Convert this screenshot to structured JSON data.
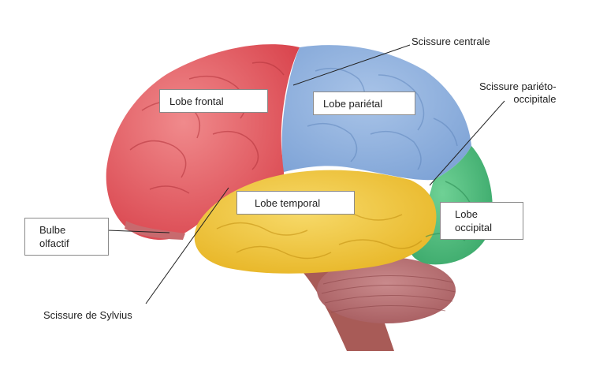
{
  "labels": {
    "scissure_centrale": "Scissure centrale",
    "scissure_parieto_1": "Scissure pariéto-",
    "scissure_parieto_2": "occipitale",
    "lobe_frontal": "Lobe frontal",
    "lobe_parietal": "Lobe pariétal",
    "lobe_temporal": "Lobe temporal",
    "lobe_occipital_1": "Lobe",
    "lobe_occipital_2": "occipital",
    "bulbe_olfactif_1": "Bulbe",
    "bulbe_olfactif_2": "olfactif",
    "scissure_sylvius": "Scissure de Sylvius"
  },
  "colors": {
    "frontal": "#e0565b",
    "parietal": "#8fb2de",
    "temporal": "#f1c83a",
    "occipital": "#4fbf7f",
    "cerebellum": "#b86a6d",
    "brainstem": "#a65a55"
  }
}
